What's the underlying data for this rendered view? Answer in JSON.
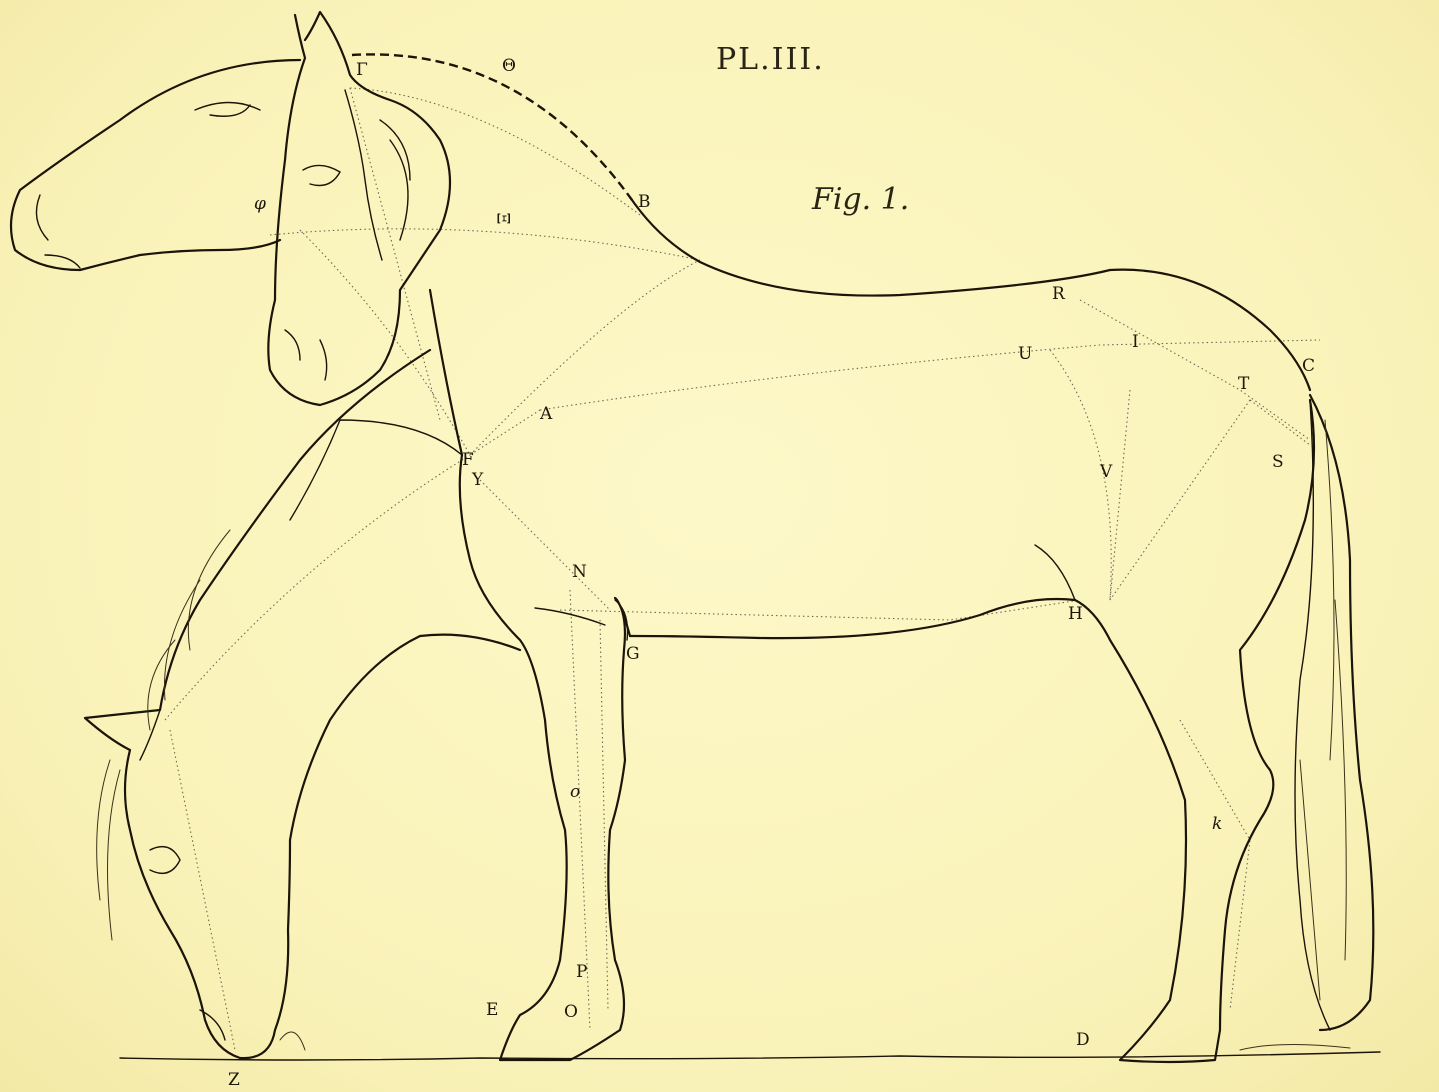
{
  "plate": {
    "title": "PL.III.",
    "figure_caption": "Fig. 1."
  },
  "points": [
    {
      "id": "gamma",
      "label": "Γ"
    },
    {
      "id": "theta",
      "label": "Θ"
    },
    {
      "id": "xi",
      "label": "Ξ"
    },
    {
      "id": "phi",
      "label": "φ"
    },
    {
      "id": "B",
      "label": "B"
    },
    {
      "id": "A",
      "label": "A"
    },
    {
      "id": "F",
      "label": "F"
    },
    {
      "id": "Y",
      "label": "Y"
    },
    {
      "id": "N",
      "label": "N"
    },
    {
      "id": "G",
      "label": "G"
    },
    {
      "id": "o-upper",
      "label": "o"
    },
    {
      "id": "P",
      "label": "P"
    },
    {
      "id": "O",
      "label": "O"
    },
    {
      "id": "E",
      "label": "E"
    },
    {
      "id": "Z",
      "label": "Z"
    },
    {
      "id": "R",
      "label": "R"
    },
    {
      "id": "I",
      "label": "I"
    },
    {
      "id": "U",
      "label": "U"
    },
    {
      "id": "T",
      "label": "T"
    },
    {
      "id": "C",
      "label": "C"
    },
    {
      "id": "S",
      "label": "S"
    },
    {
      "id": "V",
      "label": "V"
    },
    {
      "id": "H",
      "label": "H"
    },
    {
      "id": "k",
      "label": "k"
    },
    {
      "id": "D",
      "label": "D"
    }
  ],
  "colors": {
    "paper": "#fbf5bf",
    "ink": "#1b1408",
    "construction-line": "#6e6a52"
  }
}
